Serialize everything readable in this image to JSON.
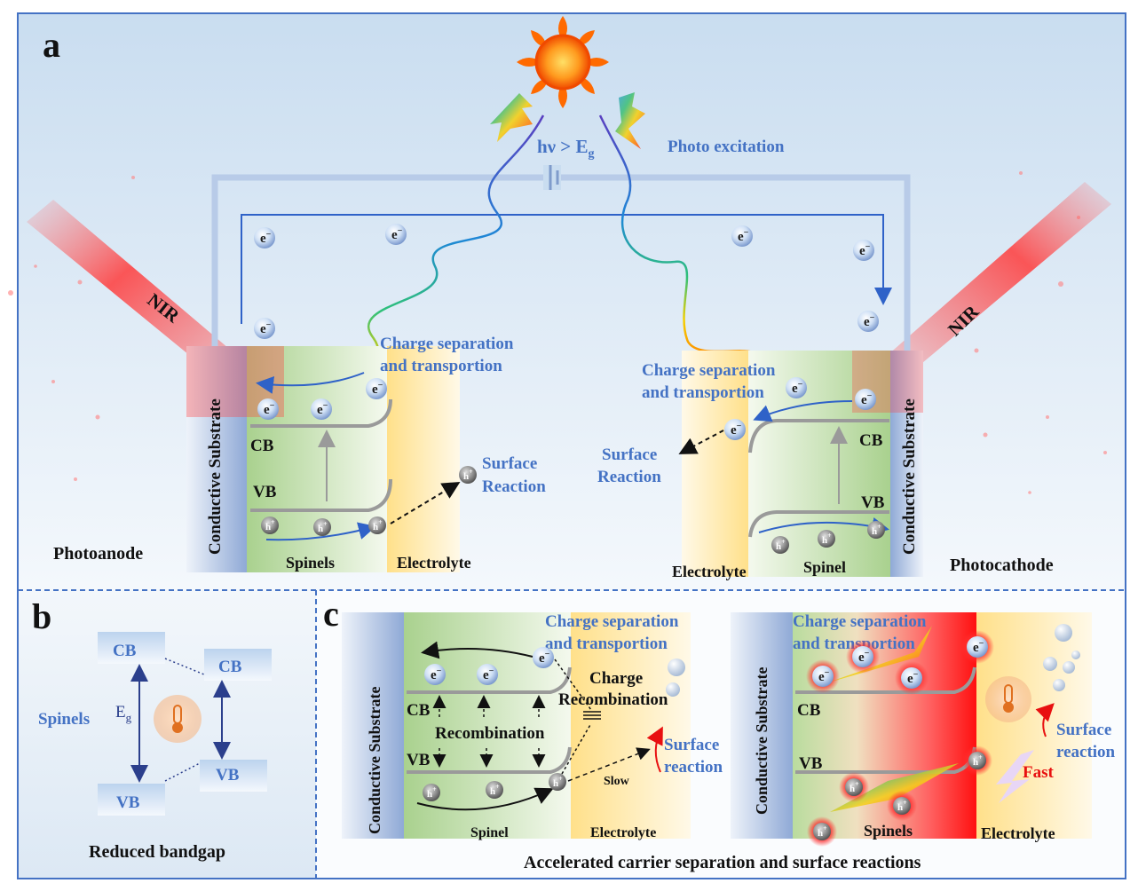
{
  "panels": {
    "a": {
      "letter": "a",
      "photo_condition": "hν > E",
      "photo_condition_sub": "g",
      "photo_excitation": "Photo excitation",
      "nir_left": "NIR",
      "nir_right": "NIR",
      "charge_sep_left_1": "Charge separation",
      "charge_sep_left_2": "and transportion",
      "charge_sep_right_1": "Charge separation",
      "charge_sep_right_2": "and transportion",
      "surface_left_1": "Surface",
      "surface_left_2": "Reaction",
      "surface_right_1": "Surface",
      "surface_right_2": "Reaction",
      "substrate_left": "Conductive Substrate",
      "substrate_right": "Conductive Substrate",
      "cb": "CB",
      "vb": "VB",
      "spinels": "Spinels",
      "spinel": "Spinel",
      "electrolyte": "Electrolyte",
      "photoanode": "Photoanode",
      "photocathode": "Photocathode",
      "electron": "e",
      "hole": "h"
    },
    "b": {
      "letter": "b",
      "cb_left": "CB",
      "cb_right": "CB",
      "vb_left": "VB",
      "vb_right": "VB",
      "spinels": "Spinels",
      "eg": "E",
      "eg_sub": "g",
      "caption": "Reduced bandgap"
    },
    "c": {
      "letter": "c",
      "substrate_left": "Conductive Substrate",
      "substrate_right": "Conductive Substrate",
      "charge_sep_1": "Charge separation",
      "charge_sep_2": "and transportion",
      "charge_sep_r_1": "Charge separation",
      "charge_sep_r_2": "and transportion",
      "charge_recomb_1": "Charge",
      "charge_recomb_2": "Recombination",
      "recombination": "Recombination",
      "cb": "CB",
      "vb": "VB",
      "surface_1": "Surface",
      "surface_2": "reaction",
      "slow": "Slow",
      "fast": "Fast",
      "spinel": "Spinel",
      "spinels": "Spinels",
      "electrolyte": "Electrolyte",
      "caption": "Accelerated carrier separation and surface reactions"
    }
  },
  "colors": {
    "frame": "#4472C4",
    "label_blue": "#4472C4",
    "spinel_green": "#A9D18E",
    "electrolyte_yellow": "#FFE699",
    "nir_red": "#FF3B3B",
    "sun": "#FF5A00"
  }
}
